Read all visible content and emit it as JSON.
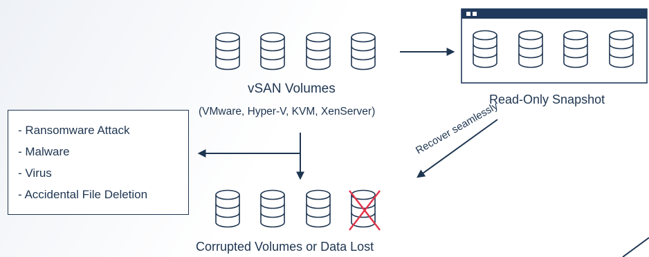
{
  "vsan": {
    "title": "vSAN Volumes",
    "subtitle": "(VMware, Hyper-V, KVM, XenServer)"
  },
  "snapshot": {
    "title": "Read-Only Snapshot"
  },
  "corrupted": {
    "title": "Corrupted Volumes or Data Lost"
  },
  "recover": {
    "label": "Recover seamlessly"
  },
  "threats": {
    "items": [
      "- Ransomware Attack",
      "- Malware",
      "- Virus",
      "- Accidental File Deletion"
    ]
  },
  "colors": {
    "primary": "#1e3550",
    "window_bar": "#1f3a5c",
    "cross": "#e0344a",
    "background_tint": "#eef1f6"
  },
  "icons": {
    "database": "database-icon",
    "cross": "red-x-cross-icon"
  }
}
